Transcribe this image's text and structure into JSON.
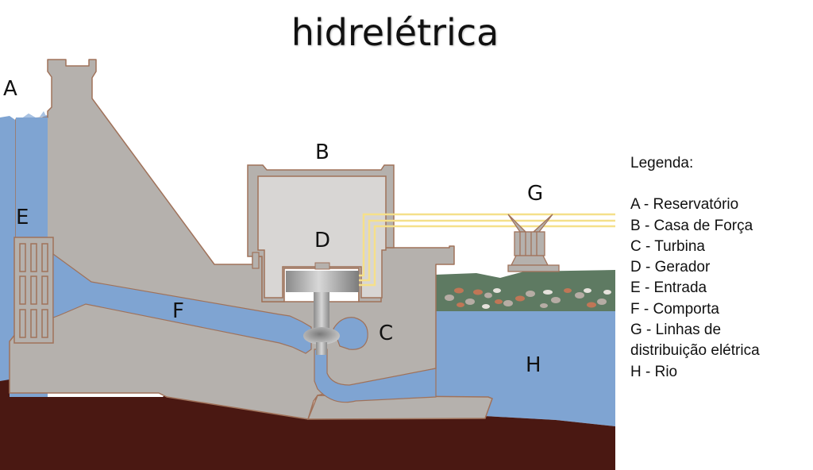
{
  "title": "hidrelétrica",
  "diagram_labels": {
    "A": "A",
    "B": "B",
    "C": "C",
    "D": "D",
    "E": "E",
    "F": "F",
    "G": "G",
    "H": "H"
  },
  "legend": {
    "heading": "Legenda:",
    "items": [
      "A - Reservatório",
      "B - Casa de Força",
      "C - Turbina",
      "D - Gerador",
      "E - Entrada",
      "F - Comporta",
      "G - Linhas de",
      "distribuição elétrica",
      "H - Rio"
    ]
  },
  "colors": {
    "water": "#7fa4d2",
    "concrete": "#b5b1ad",
    "powerhouse_interior": "#d8d6d4",
    "outline": "#a0725a",
    "ground": "#4a1812",
    "grass": "#5e7a62",
    "power_lines": "#f5e08a"
  }
}
